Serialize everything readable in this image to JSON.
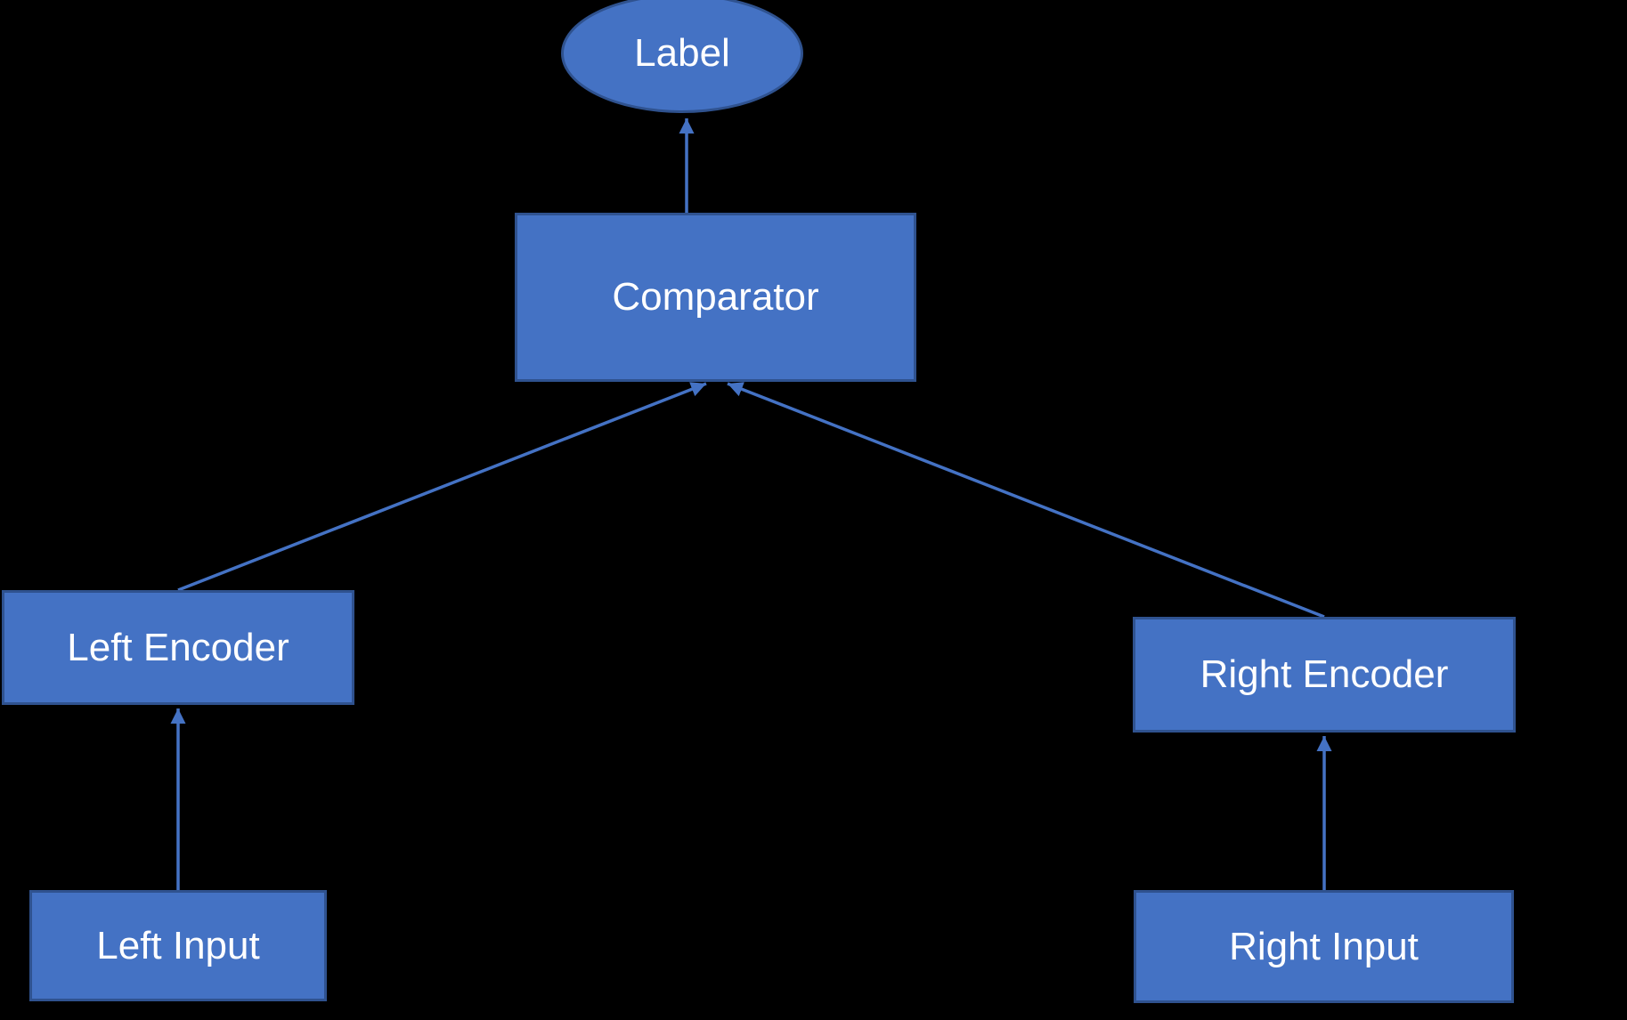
{
  "diagram": {
    "background": "diagram on black background",
    "nodes": {
      "label": {
        "text": "Label",
        "shape": "ellipse"
      },
      "comparator": {
        "text": "Comparator",
        "shape": "rect"
      },
      "left_encoder": {
        "text": "Left Encoder",
        "shape": "rect"
      },
      "right_encoder": {
        "text": "Right Encoder",
        "shape": "rect"
      },
      "left_input": {
        "text": "Left Input",
        "shape": "rect"
      },
      "right_input": {
        "text": "Right Input",
        "shape": "rect"
      }
    },
    "edges": [
      {
        "from": "comparator",
        "to": "label"
      },
      {
        "from": "left_encoder",
        "to": "comparator"
      },
      {
        "from": "right_encoder",
        "to": "comparator"
      },
      {
        "from": "left_input",
        "to": "left_encoder"
      },
      {
        "from": "right_input",
        "to": "right_encoder"
      }
    ]
  },
  "colors": {
    "background": "#000000",
    "node_fill": "#4472C4",
    "node_border": "#2F528F",
    "arrow": "#4472C4",
    "text": "#FFFFFF"
  }
}
